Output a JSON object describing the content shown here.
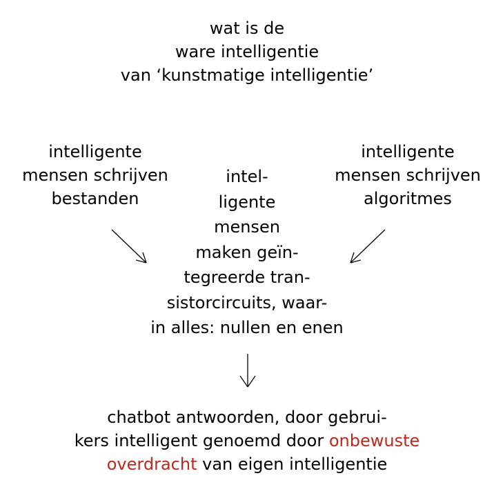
{
  "title": {
    "lines": [
      "wat is de",
      "ware intelligentie",
      "van ‘kunstmatige intelligentie’"
    ]
  },
  "left": {
    "lines": [
      "intelligente",
      "mensen schrijven",
      "bestanden"
    ]
  },
  "right": {
    "lines": [
      "intelligente",
      "mensen schrijven",
      "algoritmes"
    ]
  },
  "center": {
    "lines": [
      "intel-",
      "ligente",
      "mensen",
      "maken geïn-",
      "tegreerde tran-",
      "sistorcircuits, waar-",
      "in alles: nullen en enen"
    ]
  },
  "bottom": {
    "line1": "chatbot antwoorden, door gebrui-",
    "line2_start": "kers intelligent genoemd door ",
    "line2_highlight": "onbewuste",
    "line3_highlight": "overdracht",
    "line3_end": " van eigen intelligentie"
  },
  "colors": {
    "text": "#000000",
    "highlight": "#c0271b",
    "background": "#ffffff"
  }
}
